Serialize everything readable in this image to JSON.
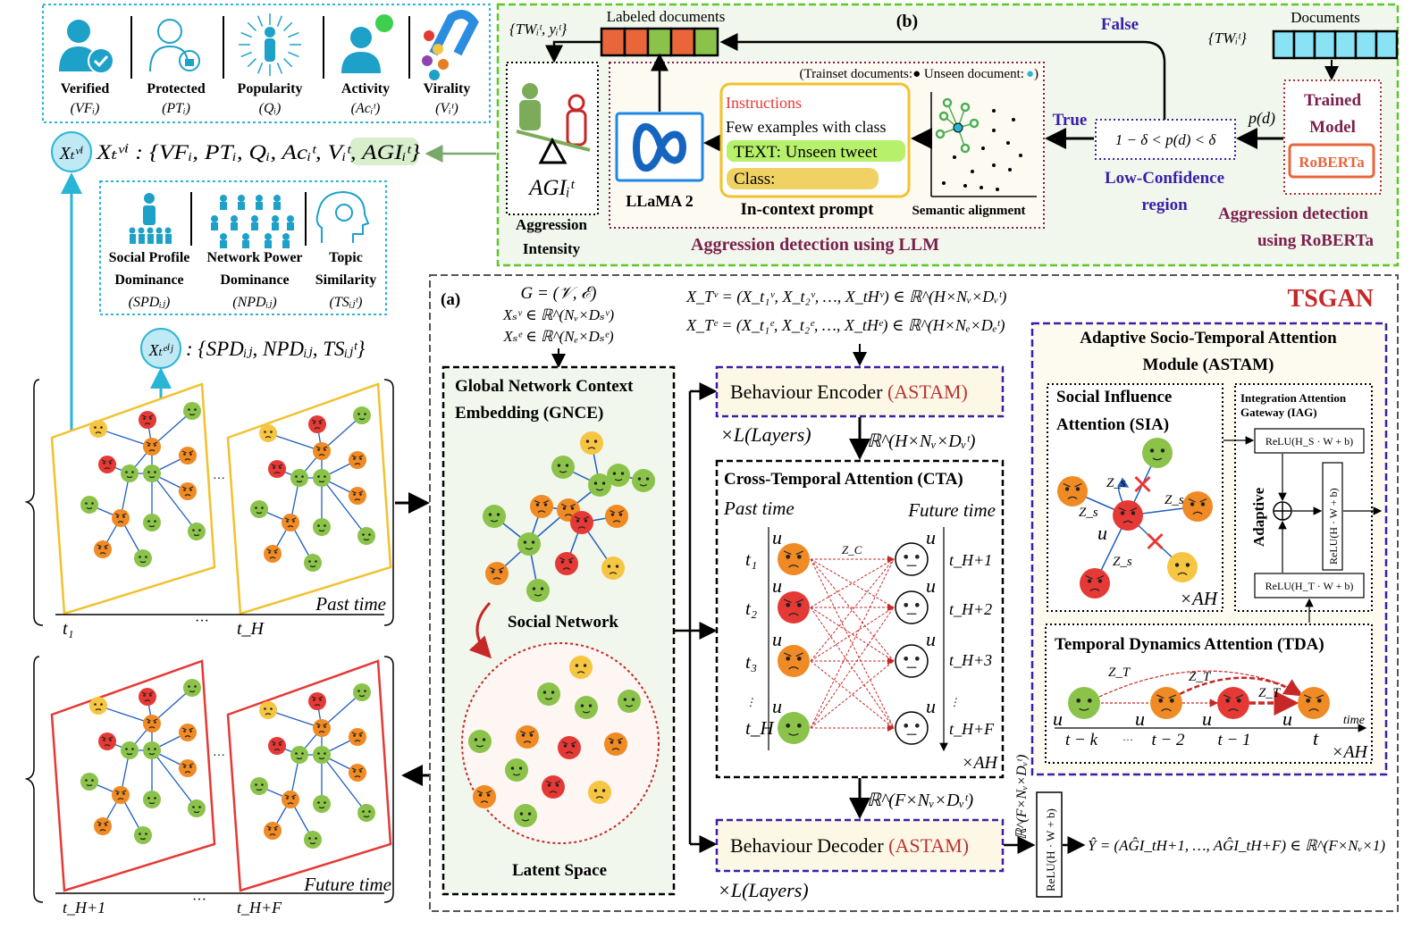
{
  "top_features": {
    "items": [
      {
        "label": "Verified",
        "sym": "(VFᵢ)",
        "icon": "verified-user-icon"
      },
      {
        "label": "Protected",
        "sym": "(PTᵢ)",
        "icon": "protected-user-icon"
      },
      {
        "label": "Popularity",
        "sym": "(Qᵢ)",
        "icon": "popularity-icon"
      },
      {
        "label": "Activity",
        "sym": "(Acᵢᵗ)",
        "icon": "activity-user-icon"
      },
      {
        "label": "Virality",
        "sym": "(Vᵢᵗ)",
        "icon": "virality-magnet-icon"
      }
    ],
    "node_formula": "Xₜᵛⁱ : {VFᵢ, PTᵢ, Qᵢ, Acᵢᵗ, Vᵢᵗ, ",
    "node_formula_hl": "AGIᵢᵗ",
    "node_formula_end": "}",
    "node_label": "Xₜᵛⁱ"
  },
  "edge_features": {
    "items": [
      {
        "label1": "Social Profile",
        "label2": "Dominance",
        "sym": "(SPDᵢⱼ)"
      },
      {
        "label1": "Network Power",
        "label2": "Dominance",
        "sym": "(NPDᵢⱼ)"
      },
      {
        "label1": "Topic",
        "label2": "Similarity",
        "sym": "(TSᵢⱼᵗ)"
      }
    ],
    "edge_formula": ": {SPDᵢⱼ, NPDᵢⱼ, TSᵢⱼᵗ}",
    "edge_label": "Xₜᵉⁱʲ"
  },
  "past_panel": {
    "caption": "Past time",
    "t_start": "t₁",
    "dots": "···",
    "t_end": "t_H"
  },
  "future_panel": {
    "caption": "Future time",
    "t_start": "t_H+1",
    "dots": "···",
    "t_end": "t_H+F"
  },
  "part_b": {
    "label": "(b)",
    "labeled_docs": "Labeled documents",
    "labeled_set": "{TWᵢᵗ, yᵢᵗ}",
    "labeled_colors": [
      "#e8663a",
      "#e8663a",
      "#8bc34a",
      "#e8663a",
      "#8bc34a"
    ],
    "documents": "Documents",
    "documents_set": "{TWᵢᵗ}",
    "false_label": "False",
    "true_label": "True",
    "condition": "1 − δ < p(d) < δ",
    "pd": "p(d)",
    "low_conf_1": "Low-Confidence",
    "low_conf_2": "region",
    "trained_1": "Trained",
    "trained_2": "Model",
    "roberta": "RoBERTa",
    "roberta_caption_1": "Aggression detection",
    "roberta_caption_2": "using RoBERTa",
    "trainset_note": "(Trainset documents:● Unseen document:",
    "trainset_note_end": ")",
    "semantic": "Semantic alignment",
    "instructions": "Instructions",
    "few_examples": "Few examples with class",
    "text_unseen": "TEXT: Unseen tweet",
    "class_label": "Class:",
    "prompt_caption": "In-context prompt",
    "llama": "LLaMA 2",
    "llm_caption": "Aggression detection using LLM",
    "agi": "AGIᵢᵗ",
    "agg_1": "Aggression",
    "agg_2": "Intensity"
  },
  "part_a": {
    "label": "(a)",
    "title": "TSGAN",
    "graph_def": "G = (𝒱, ℰ)",
    "xsv": "Xₛᵛ ∈ ℝ^(Nᵥ×Dₛᵛ)",
    "xse": "Xₛᵉ ∈ ℝ^(Nₑ×Dₛᵉ)",
    "xtv": "X_Tᵛ = (X_t₁ᵛ, X_t₂ᵛ, …, X_tHᵛ) ∈ ℝ^(H×Nᵥ×Dᵥᵗ)",
    "xte": "X_Tᵉ = (X_t₁ᵉ, X_t₂ᵉ, …, X_tHᵉ) ∈ ℝ^(H×Nₑ×Dₑᵗ)",
    "gnce_1": "Global Network Context",
    "gnce_2": "Embedding (GNCE)",
    "social_network": "Social Network",
    "latent_space": "Latent Space",
    "encoder": "Behaviour Encoder ",
    "decoder": "Behaviour Decoder ",
    "astam_tag": "(ASTAM)",
    "layers": "×L(Layers)",
    "enc_dim": "ℝ^(H×Nᵥ×Dᵥᵗ)",
    "dec_dim": "ℝ^(F×Nᵥ×Dᵥᵗ)",
    "side_dim": "ℝ^(F×Nᵥ×Dᵥᵗ)",
    "cta_title": "Cross-Temporal Attention (CTA)",
    "past_time": "Past time",
    "future_time": "Future time",
    "past_ticks": [
      "t₁",
      "t₂",
      "t₃",
      "⋮",
      "t_H"
    ],
    "future_ticks": [
      "t_H+1",
      "t_H+2",
      "t_H+3",
      "⋮",
      "t_H+F"
    ],
    "u": "u",
    "zc": "Z_C",
    "xah": "×AH",
    "relu_out": "ReLU(H · W + b)",
    "output": "Ŷ = (AĜI_tH+1, …, AĜI_tH+F) ∈ ℝ^(F×Nᵥ×1)"
  },
  "astam": {
    "title_1": "Adaptive Socio-Temporal Attention",
    "title_2": "Module (ASTAM)",
    "sia_1": "Social Influence",
    "sia_2": "Attention (SIA)",
    "iag_1": "Integration Attention",
    "iag_2": "Gateway (IAG)",
    "relu_s": "ReLU(H_S · W + b)",
    "relu_t": "ReLU(H_T · W + b)",
    "relu_h": "ReLU(H · W + b)",
    "adaptive": "Adaptive",
    "zs": "Z_s",
    "xah": "×AH",
    "tda": "Temporal Dynamics Attention (TDA)",
    "zt": "Z_T",
    "time": "time",
    "ticks": [
      "t − k",
      "···",
      "t − 2",
      "t − 1",
      "t"
    ],
    "u": "u"
  },
  "colors": {
    "cyan": "#29b6d6",
    "green_box": "#5dc72a",
    "purple": "#3a1fa8",
    "maroon": "#7b1f4d",
    "red": "#d32f2f",
    "yellow": "#f2c12e",
    "face_green": "#8bc34a",
    "face_orange": "#f08a24",
    "face_red": "#e53935",
    "face_yellow": "#f6c542"
  }
}
